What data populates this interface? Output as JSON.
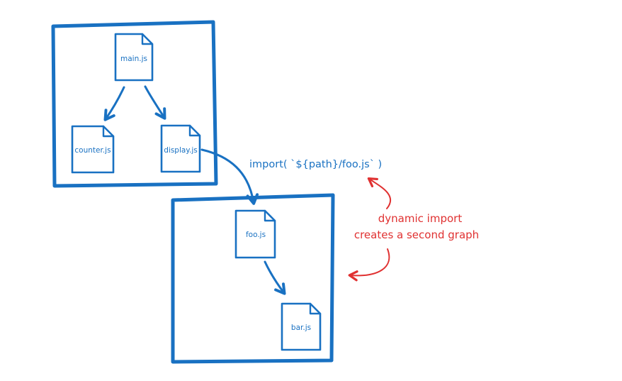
{
  "colors": {
    "stroke_blue": "#1971c2",
    "stroke_red": "#e03131",
    "background": "#ffffff"
  },
  "graph1": {
    "files": {
      "main": "main.js",
      "counter": "counter.js",
      "display": "display.js"
    }
  },
  "graph2": {
    "files": {
      "foo": "foo.js",
      "bar": "bar.js"
    }
  },
  "import_call": "import( `${path}/foo.js` )",
  "annotation": {
    "line1": "dynamic import",
    "line2": "creates a second graph"
  }
}
